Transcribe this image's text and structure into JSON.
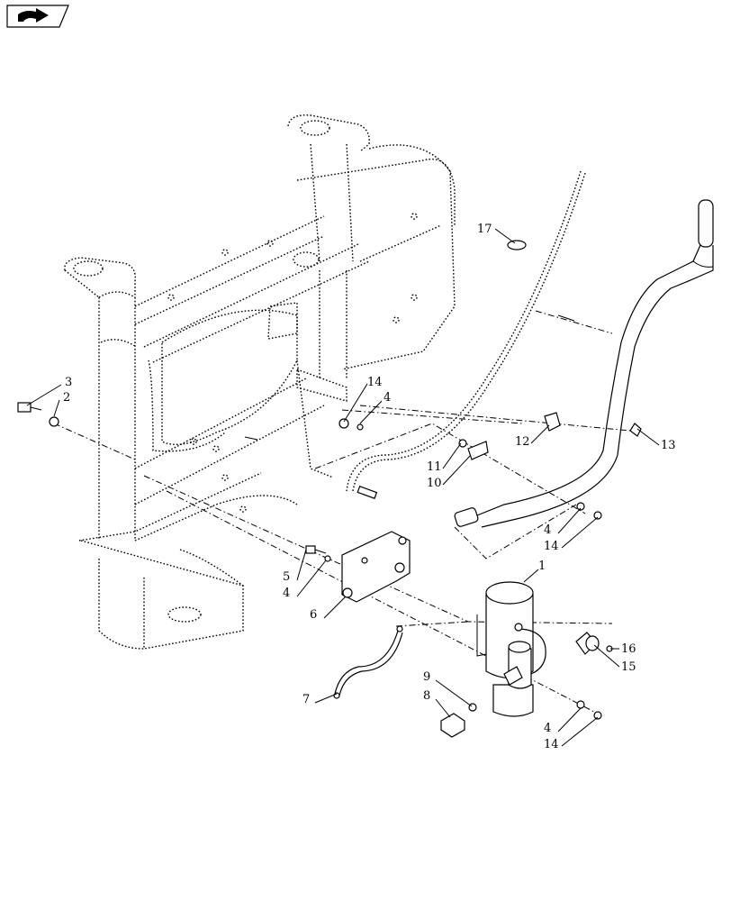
{
  "nav": {
    "icon": "next-page-icon"
  },
  "callouts": [
    {
      "id": "c1",
      "label": "1"
    },
    {
      "id": "c2",
      "label": "2"
    },
    {
      "id": "c3",
      "label": "3"
    },
    {
      "id": "c4a",
      "label": "4"
    },
    {
      "id": "c4b",
      "label": "4"
    },
    {
      "id": "c4c",
      "label": "4"
    },
    {
      "id": "c4d",
      "label": "4"
    },
    {
      "id": "c5",
      "label": "5"
    },
    {
      "id": "c6",
      "label": "6"
    },
    {
      "id": "c7",
      "label": "7"
    },
    {
      "id": "c8",
      "label": "8"
    },
    {
      "id": "c9",
      "label": "9"
    },
    {
      "id": "c10",
      "label": "10"
    },
    {
      "id": "c11",
      "label": "11"
    },
    {
      "id": "c12",
      "label": "12"
    },
    {
      "id": "c13",
      "label": "13"
    },
    {
      "id": "c14a",
      "label": "14"
    },
    {
      "id": "c14b",
      "label": "14"
    },
    {
      "id": "c14c",
      "label": "14"
    },
    {
      "id": "c15",
      "label": "15"
    },
    {
      "id": "c16",
      "label": "16"
    },
    {
      "id": "c17",
      "label": "17"
    }
  ]
}
